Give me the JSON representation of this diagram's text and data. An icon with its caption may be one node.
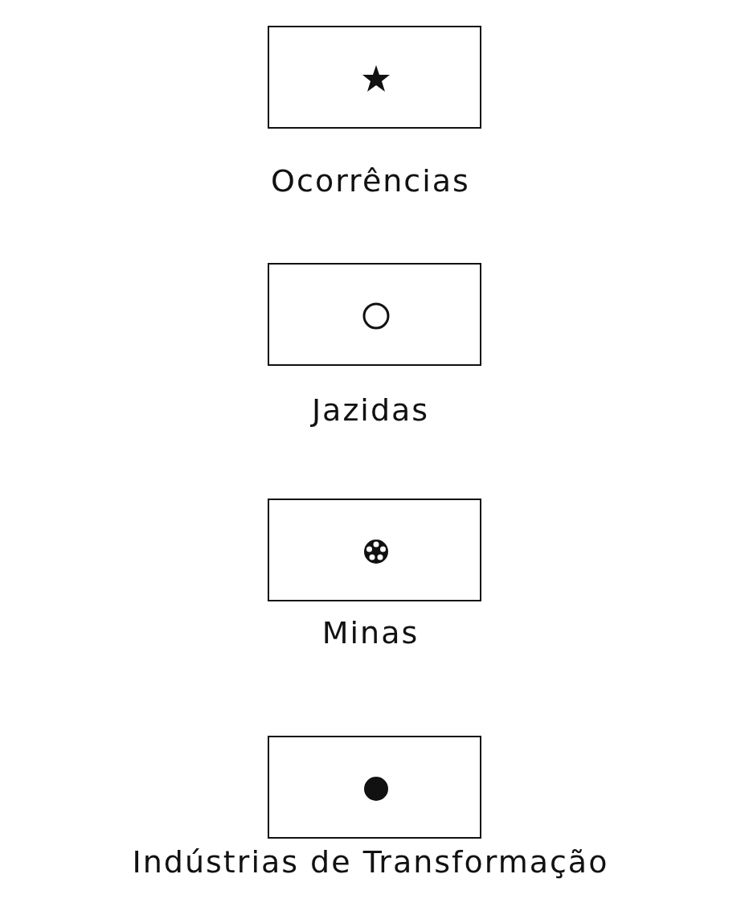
{
  "diagram": {
    "legend": [
      {
        "text": "Ocorrências"
      },
      {
        "text": "Jazidas"
      },
      {
        "text": "Minas"
      },
      {
        "text": "Indústrias de Transformação"
      }
    ]
  }
}
